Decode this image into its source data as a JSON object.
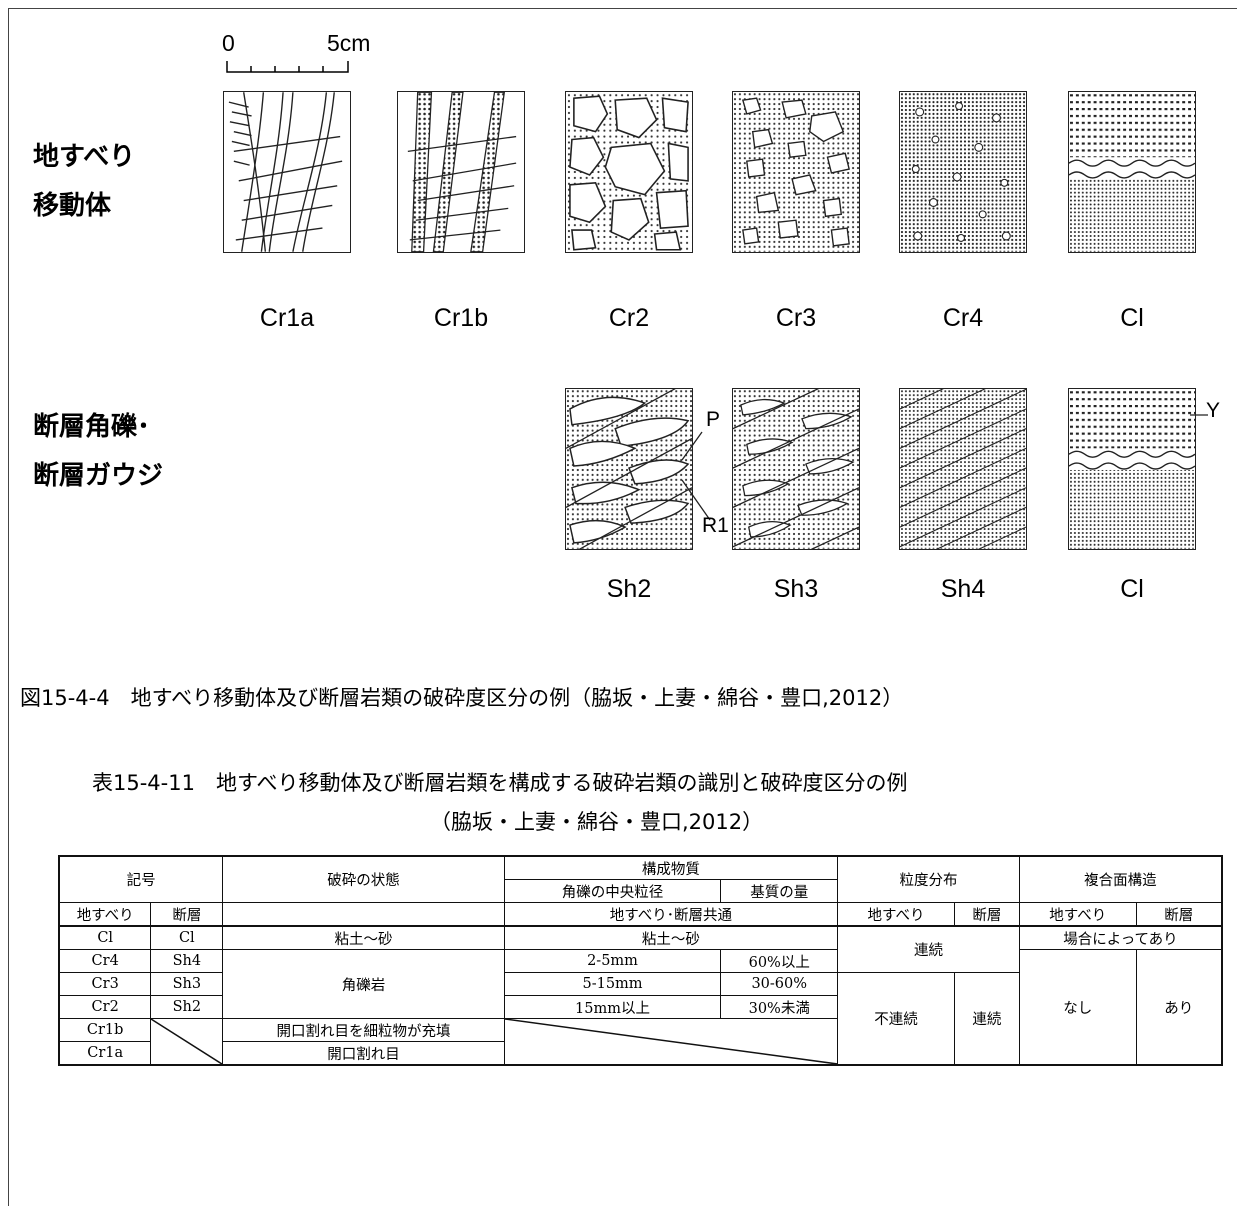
{
  "figure": {
    "scale": {
      "zero": "0",
      "five": "5cm"
    },
    "row1_label": {
      "line1": "地すべり",
      "line2": "移動体"
    },
    "row2_label": {
      "line1": "断層角礫･",
      "line2": "断層ガウジ"
    },
    "row1_panels": [
      "Cr1a",
      "Cr1b",
      "Cr2",
      "Cr3",
      "Cr4",
      "Cl"
    ],
    "row2_panels": [
      "Sh2",
      "Sh3",
      "Sh4",
      "Cl"
    ],
    "annotations": {
      "p": "P",
      "r1": "R1",
      "y": "Y"
    }
  },
  "figure_caption": "図15-4-4　地すべり移動体及び断層岩類の破砕度区分の例（脇坂・上妻・綿谷・豊口,2012）",
  "table_caption": {
    "line1": "表15-4-11　地すべり移動体及び断層岩類を構成する破砕岩類の識別と破砕度区分の例",
    "line2": "（脇坂・上妻・綿谷・豊口,2012）"
  },
  "table": {
    "h_symbol": "記号",
    "h_state": "破砕の状態",
    "h_material": "構成物質",
    "h_median": "角礫の中央粒径",
    "h_matrix": "基質の量",
    "h_grain": "粒度分布",
    "h_composite": "複合面構造",
    "sub_landslide": "地すべり",
    "sub_fault": "断層",
    "sub_common": "地すべり･断層共通",
    "rows": {
      "cl": {
        "ls": "Cl",
        "fault": "Cl",
        "state": "粘土～砂",
        "material": "粘土～砂",
        "composite": "場合によってあり"
      },
      "cr4": {
        "ls": "Cr4",
        "fault": "Sh4",
        "median": "2-5mm",
        "matrix": "60%以上"
      },
      "cr3": {
        "ls": "Cr3",
        "fault": "Sh3",
        "median": "5-15mm",
        "matrix": "30-60%"
      },
      "cr2": {
        "ls": "Cr2",
        "fault": "Sh2",
        "median": "15mm以上",
        "matrix": "30%未満"
      },
      "cr1b": {
        "ls": "Cr1b",
        "state": "開口割れ目を細粒物が充填"
      },
      "cr1a": {
        "ls": "Cr1a",
        "state": "開口割れ目"
      }
    },
    "state_breccia": "角礫岩",
    "grain_continuous": "連続",
    "grain_discontinuous": "不連続",
    "grain_continuous_fault": "連続",
    "composite_none": "なし",
    "composite_present": "あり"
  }
}
